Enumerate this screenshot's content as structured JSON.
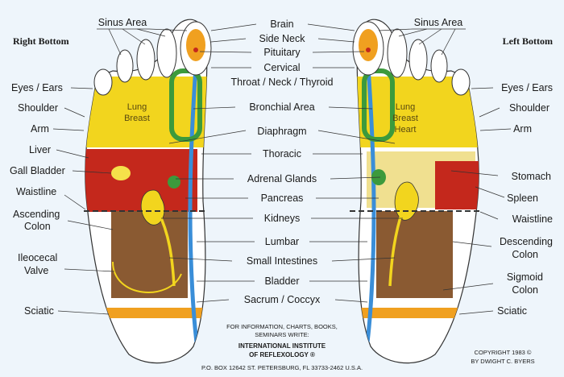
{
  "headers": {
    "left": "Right Bottom",
    "right": "Left Bottom"
  },
  "center_labels": [
    "Brain",
    "Side Neck",
    "Pituitary",
    "Cervical",
    "Throat / Neck / Thyroid",
    "Bronchial Area",
    "Diaphragm",
    "Thoracic",
    "Adrenal Glands",
    "Pancreas",
    "Kidneys",
    "Lumbar",
    "Small Intestines",
    "Bladder",
    "Sacrum / Coccyx"
  ],
  "left_labels": [
    "Sinus Area",
    "Eyes / Ears",
    "Shoulder",
    "Arm",
    "Liver",
    "Gall Bladder",
    "Waistline",
    "Ascending",
    "Colon",
    "Ileocecal",
    "Valve",
    "Sciatic"
  ],
  "right_labels": [
    "Sinus Area",
    "Eyes / Ears",
    "Shoulder",
    "Arm",
    "Stomach",
    "Spleen",
    "Waistline",
    "Descending",
    "Colon",
    "Sigmoid",
    "Colon",
    "Sciatic"
  ],
  "foot_zone_labels": {
    "right_foot": [
      "Lung",
      "Breast"
    ],
    "left_foot": [
      "Lung",
      "Breast",
      "Heart"
    ]
  },
  "info": {
    "line1": "FOR INFORMATION, CHARTS, BOOKS,",
    "line2": "SEMINARS WRITE:",
    "org1": "INTERNATIONAL INSTITUTE",
    "org2": "OF REFLEXOLOGY ®",
    "address": "P.O. BOX 12642 ST. PETERSBURG, FL 33733-2462 U.S.A."
  },
  "copyright": {
    "line1": "COPYRIGHT 1983 ©",
    "line2": "BY DWIGHT C. BYERS"
  },
  "colors": {
    "background": "#eef5fb",
    "lung": "#f2d51e",
    "liver": "#c4281c",
    "intestine": "#8a5a32",
    "spine": "#3a8ed8",
    "neck": "#3c9a3c",
    "heel": "#f0a020"
  }
}
